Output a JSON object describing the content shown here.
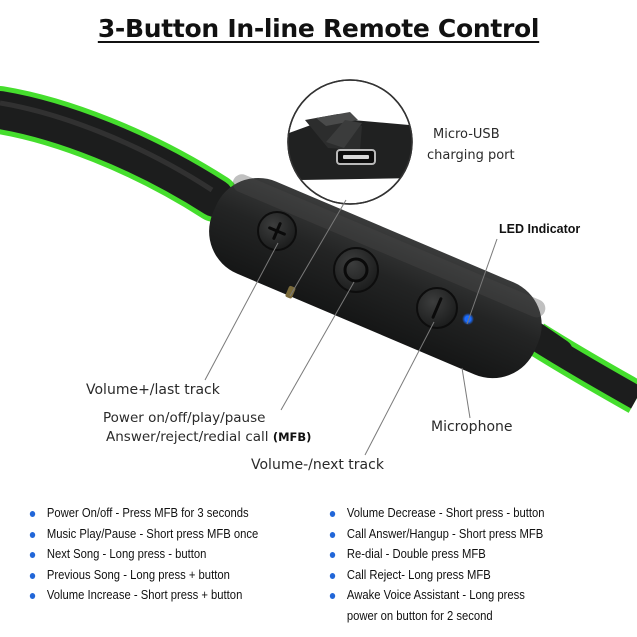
{
  "title": "3-Button In-line Remote Control",
  "labels": {
    "usb_line1": "Micro-USB",
    "usb_line2": "charging port",
    "led": "LED Indicator",
    "volume_plus": "Volume+/last track",
    "power_line1": "Power on/off/play/pause",
    "power_line2": "Answer/reject/redial call",
    "power_line2_suffix": "(MFB)",
    "microphone": "Microphone",
    "volume_minus": "Volume-/next track"
  },
  "instructions_left": [
    "Power On/off - Press MFB for 3 seconds",
    "Music Play/Pause - Short press MFB once",
    "Next Song - Long press - button",
    "Previous Song - Long press + button",
    "Volume Increase - Short press + button"
  ],
  "instructions_right": [
    "Volume Decrease - Short press - button",
    "Call Answer/Hangup - Short press MFB",
    "Re-dial - Double press MFB",
    "Call Reject- Long press MFB",
    "Awake Voice Assistant - Long press"
  ],
  "instructions_right_continuation": "power on button for 2 second",
  "colors": {
    "cable_glow": "#3bdc22",
    "remote_body": "#1f2020",
    "led": "#1a6bff",
    "bullet": "#2166d8"
  }
}
